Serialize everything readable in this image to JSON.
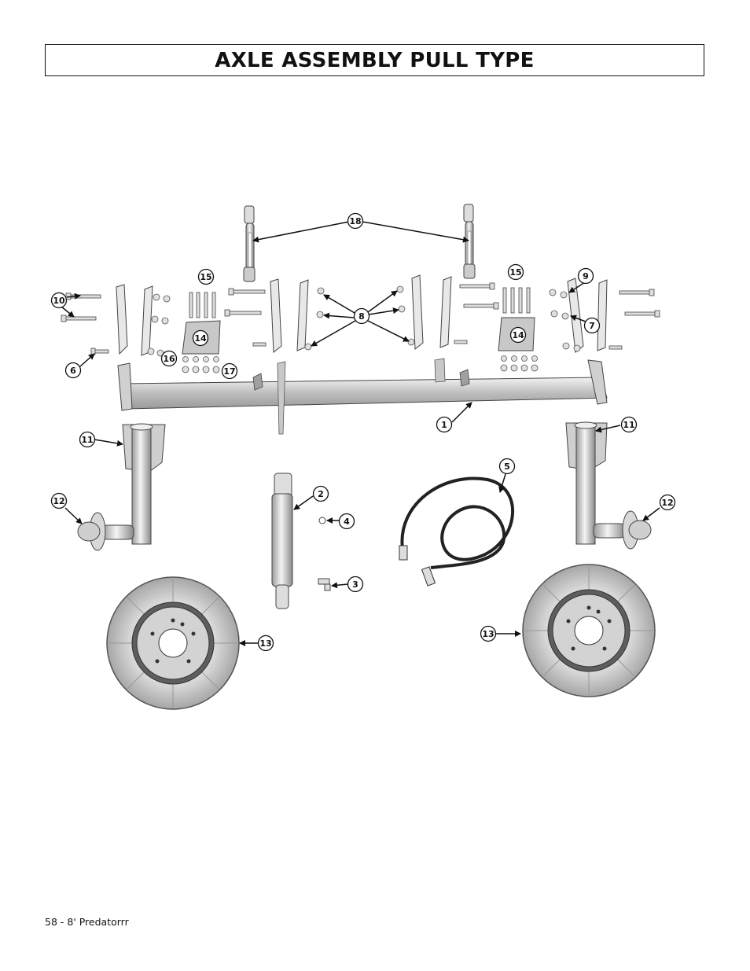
{
  "page": {
    "title": "AXLE ASSEMBLY PULL TYPE",
    "footer": "58 - 8' Predatorrr"
  },
  "callouts": [
    "1",
    "2",
    "3",
    "4",
    "5",
    "6",
    "7",
    "8",
    "9",
    "10",
    "11",
    "12",
    "13",
    "14",
    "15",
    "16",
    "17",
    "18"
  ],
  "colors": {
    "ink": "#111111",
    "metal": "#d9d9d9",
    "metal_dark": "#8c8c8c",
    "tire": "#bdbdbd"
  }
}
